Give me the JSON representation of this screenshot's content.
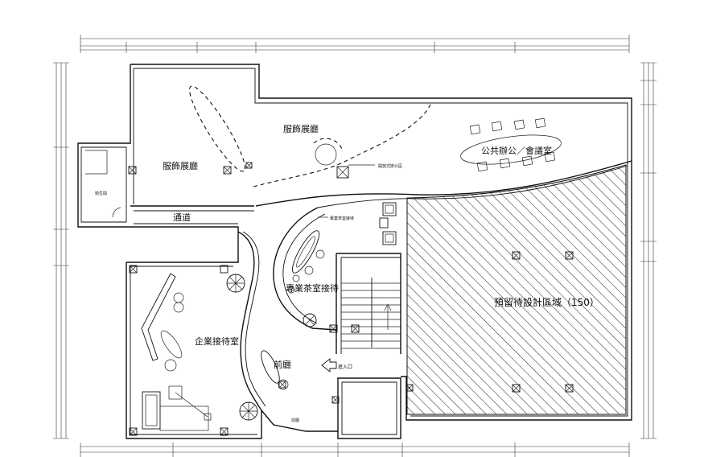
{
  "rooms": {
    "apparel_hall_top": "服飾展廳",
    "apparel_hall_left": "服飾展廳",
    "public_office": "公共辦公／會議室",
    "front_desk_small": "前臺",
    "corridor": "通道",
    "tea_room": "專業茶室接待",
    "tea_room_note": "專業茶室接待",
    "reserved_area": "預留待設計區域（150）",
    "reception_room": "企業接待室",
    "lobby": "前廳",
    "entrance": "進入口",
    "left_small_room": "衛生間",
    "bottom_small": "前廳"
  },
  "annotations": {
    "office_tag": "開放式辦公區"
  },
  "colors": {
    "line": "#111111",
    "background": "#ffffff"
  }
}
